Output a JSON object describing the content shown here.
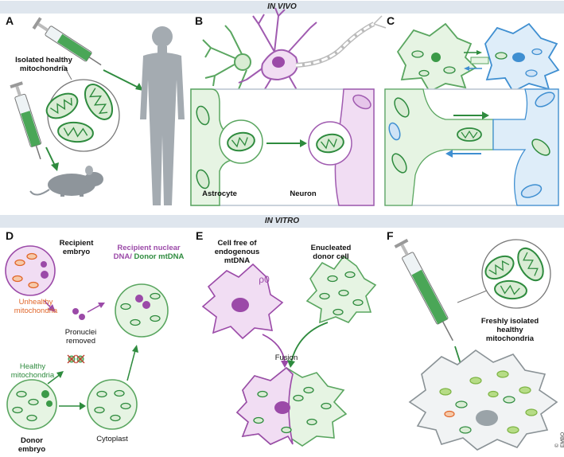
{
  "sections": {
    "in_vivo": "IN VIVO",
    "in_vitro": "IN VITRO"
  },
  "panels": {
    "A": {
      "letter": "A",
      "label": "Isolated healthy mitochondria"
    },
    "B": {
      "letter": "B",
      "astrocyte": "Astrocyte",
      "neuron": "Neuron"
    },
    "C": {
      "letter": "C"
    },
    "D": {
      "letter": "D",
      "recipient_embryo": "Recipient embryo",
      "unhealthy": "Unhealthy mitochondria",
      "healthy": "Healthy mitochondria",
      "pronuclei": "Pronuclei removed",
      "recipient_nuclear_part1": "Recipient nuclear DNA/",
      "recipient_nuclear_part2": "Donor mtDNA",
      "donor_embryo": "Donor embryo",
      "cytoplast": "Cytoplast"
    },
    "E": {
      "letter": "E",
      "cell_free": "Cell free of endogenous mtDNA",
      "rho": "ρ0",
      "enucleated": "Enucleated donor cell",
      "fusion": "Fusion"
    },
    "F": {
      "letter": "F",
      "freshly": "Freshly isolated healthy mitochondria"
    }
  },
  "copyright": "© EMBO",
  "colors": {
    "green": "#2e8b3e",
    "green_fill": "#e6f4e3",
    "purple": "#9b4aa8",
    "purple_fill": "#f1ddf3",
    "blue": "#3f8fd1",
    "blue_fill": "#deedf9",
    "orange": "#e0662a"
  }
}
